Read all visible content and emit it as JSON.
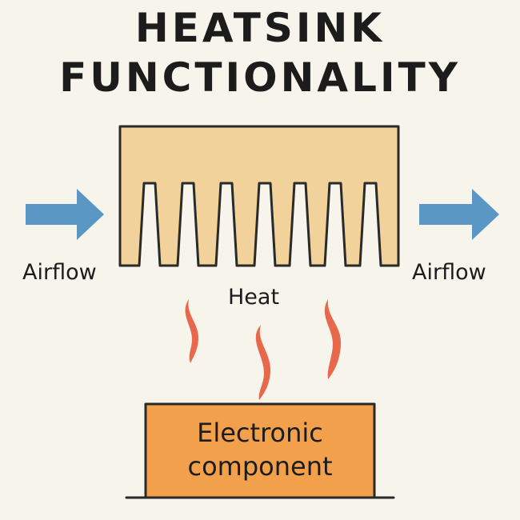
{
  "title": {
    "line1": "HEATSINK",
    "line2": "FUNCTIONALITY"
  },
  "labels": {
    "airflow_left": "Airflow",
    "airflow_right": "Airflow",
    "heat": "Heat"
  },
  "component": {
    "line1": "Electronic",
    "line2": "component"
  },
  "colors": {
    "background": "#f7f4ec",
    "heatsink_fill": "#f0d29a",
    "arrow_fill": "#5a97c5",
    "heat_wave": "#e8684b",
    "component_fill": "#f2a04c",
    "outline": "#2a2a2a"
  },
  "icons": [
    "airflow-arrow-icon",
    "heat-wave-icon"
  ]
}
